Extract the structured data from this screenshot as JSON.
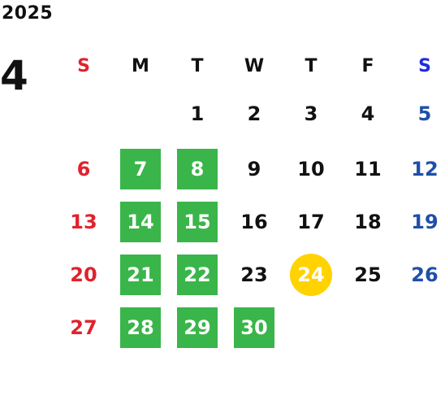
{
  "year": "2025",
  "month": "4",
  "colors": {
    "sunday": "#e0222c",
    "saturday": "#1f4fa8",
    "saturday_header": "#1d2ce0",
    "highlight": "#3ab54a",
    "today": "#ffd200"
  },
  "weekdays": [
    "S",
    "M",
    "T",
    "W",
    "T",
    "F",
    "S"
  ],
  "weeks": [
    [
      "",
      "",
      "1",
      "2",
      "3",
      "4",
      "5"
    ],
    [
      "6",
      "7",
      "8",
      "9",
      "10",
      "11",
      "12"
    ],
    [
      "13",
      "14",
      "15",
      "16",
      "17",
      "18",
      "19"
    ],
    [
      "20",
      "21",
      "22",
      "23",
      "24",
      "25",
      "26"
    ],
    [
      "27",
      "28",
      "29",
      "30",
      "",
      "",
      ""
    ]
  ],
  "highlighted_days": [
    "7",
    "8",
    "14",
    "15",
    "21",
    "22",
    "28",
    "29",
    "30"
  ],
  "today": "24"
}
